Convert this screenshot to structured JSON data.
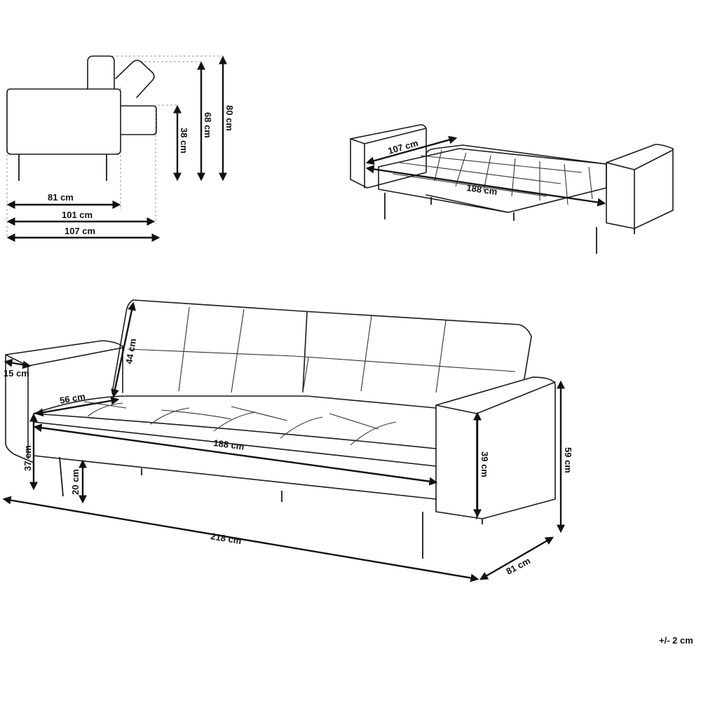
{
  "side_view": {
    "d81": "81 cm",
    "d101": "101 cm",
    "d107": "107 cm",
    "d38": "38 cm",
    "d68": "68 cm",
    "d80": "80 cm"
  },
  "bed_view": {
    "d107": "107 cm",
    "d188": "188 cm"
  },
  "front_view": {
    "d15": "15 cm",
    "d44": "44 cm",
    "d56": "56 cm",
    "d188": "188 cm",
    "d37": "37 cm",
    "d20": "20 cm",
    "d39": "39 cm",
    "d59": "59 cm",
    "d218": "218 cm",
    "d81": "81 cm"
  },
  "tolerance": "+/- 2 cm"
}
